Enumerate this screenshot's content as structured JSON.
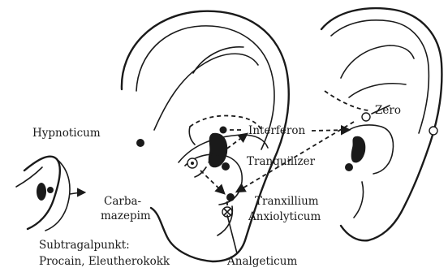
{
  "labels": {
    "hypnoticum": "Hypnoticum",
    "interferon": "Interferon",
    "zero": "Zero",
    "tranquilizer": "Tranquilizer",
    "carba_line1": "Carba-",
    "carba_line2": "mazepim",
    "tranxillium_line1": "Tranxillium",
    "tranxillium_line2": "Anxiolyticum",
    "subtragal_line1": "Subtragalpunkt:",
    "subtragal_line2": "Procain, Eleutherokokk",
    "analgeticum": "Analgeticum"
  },
  "colors": {
    "ink": "#1a1a1a",
    "paper": "#ffffff"
  }
}
